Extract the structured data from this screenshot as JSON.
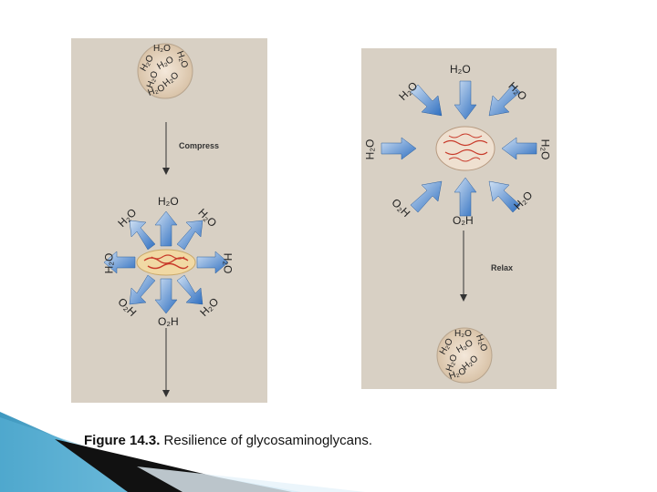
{
  "water_label": "H₂O",
  "water_label_reversed": "O₂H",
  "left_panel": {
    "step_label": "Compress"
  },
  "right_panel": {
    "step_label": "Relax"
  },
  "caption": {
    "figure_number": "Figure 14.3.",
    "text": " Resilience of glycosaminoglycans."
  },
  "colors": {
    "panel_bg": "#d8d0c4",
    "arrow_blue": "#3f7fcf",
    "gag_fill": "#e8d6c4",
    "chain_red": "#c83a2a",
    "footer_teal": "#2aa0c8"
  }
}
